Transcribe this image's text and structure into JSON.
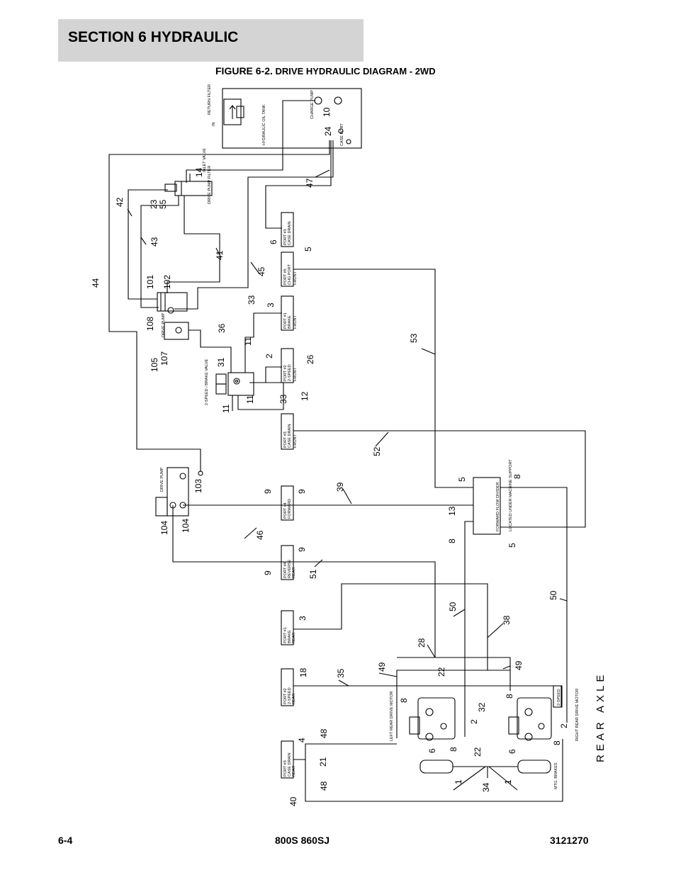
{
  "header": {
    "section_title": "SECTION 6   HYDRAULIC",
    "figure_number": "FIGURE 6-2.",
    "figure_caption": "DRIVE HYDRAULIC DIAGRAM - 2WD"
  },
  "footer": {
    "page": "6-4",
    "model": "800S 860SJ",
    "doc_number": "3121270"
  },
  "axle_label": "REAR AXLE",
  "components": {
    "tank": "HYDRAULIC OIL TANK",
    "return_filter": "RETURN FILTER",
    "filter_in": "IN",
    "drive_pump_filter": "DRIVE PUMP FILTER",
    "inlet_valve": "INLET VALVE",
    "charge_pump": "CHARGE PUMP",
    "case_port": "CASE PORT",
    "drive_pump_upper": "DRIVE PUMP",
    "drive_pump_lower": "DRIVE PUMP",
    "two_speed_brake_valve": "2-SPEED / BRAKE VALVE",
    "flow_divider": "FORWARD FLOW DIVIDER",
    "flow_divider_sub": "LOCATED UNDER MACHINE SUPPORT",
    "left_rear_motor": "LEFT REAR DRIVE MOTOR",
    "right_rear_motor": "RIGHT REAR DRIVE MOTOR",
    "brakes": "MTG. BRAKES",
    "two_speed_tag": "2-SPEED"
  },
  "ports": [
    {
      "top": "PORT #3",
      "mid": "CASE DRAIN",
      "bot": "FRONT"
    },
    {
      "top": "PORT #5",
      "mid": "CHG PORT",
      "bot": "FRONT"
    },
    {
      "top": "PORT #1",
      "mid": "BRAKE",
      "bot": "FRONT"
    },
    {
      "top": "PORT #2",
      "mid": "2-SPEED",
      "bot": "FRONT"
    },
    {
      "top": "PORT #3",
      "mid": "CASE DRAIN",
      "bot": "FRONT"
    },
    {
      "top": "PORT #4",
      "mid": "FORWARD",
      "bot": ""
    },
    {
      "top": "PORT #4",
      "mid": "REVERSE",
      "bot": "REAR"
    },
    {
      "top": "PORT #1",
      "mid": "BRAKE",
      "bot": "REAR"
    },
    {
      "top": "PORT #2",
      "mid": "2-SPEED",
      "bot": "REAR"
    },
    {
      "top": "PORT #3",
      "mid": "CASE DRAIN",
      "bot": "REAR"
    }
  ],
  "callouts": {
    "c10": "10",
    "c24": "24",
    "c14": "14",
    "c47": "47",
    "c42": "42",
    "c23": "23",
    "c55": "55",
    "c43": "43",
    "c44": "44",
    "c41": "41",
    "c45": "45",
    "c6a": "6",
    "c5a": "5",
    "c101": "101",
    "c102": "102",
    "c108": "108",
    "c33a": "33",
    "c3a": "3",
    "c36": "36",
    "c11a": "11",
    "c105": "105",
    "c107": "107",
    "c31": "31",
    "c2a": "2",
    "c26": "26",
    "c11b": "11",
    "c11c": "11",
    "c33b": "33",
    "c12": "12",
    "c53": "53",
    "c52": "52",
    "c103": "103",
    "c5b": "5",
    "c8a": "8",
    "c9a": "9",
    "c9b": "9",
    "c39": "39",
    "c13": "13",
    "c104a": "104",
    "c104b": "104",
    "c46": "46",
    "c8b": "8",
    "c5c": "5",
    "c9c": "9",
    "c9d": "9",
    "c51": "51",
    "c50a": "50",
    "c50b": "50",
    "c3b": "3",
    "c38": "38",
    "c28": "28",
    "c49a": "49",
    "c49b": "49",
    "c18": "18",
    "c35": "35",
    "c22a": "22",
    "c8c": "8",
    "c8d": "8",
    "c32": "32",
    "c2b": "2",
    "c2c": "2",
    "c4": "4",
    "c48a": "48",
    "c6b": "6",
    "c8e": "8",
    "c6c": "6",
    "c8f": "8",
    "c22b": "22",
    "c21": "21",
    "c1a": "1",
    "c1b": "1",
    "c34": "34",
    "c48b": "48",
    "c40": "40"
  }
}
